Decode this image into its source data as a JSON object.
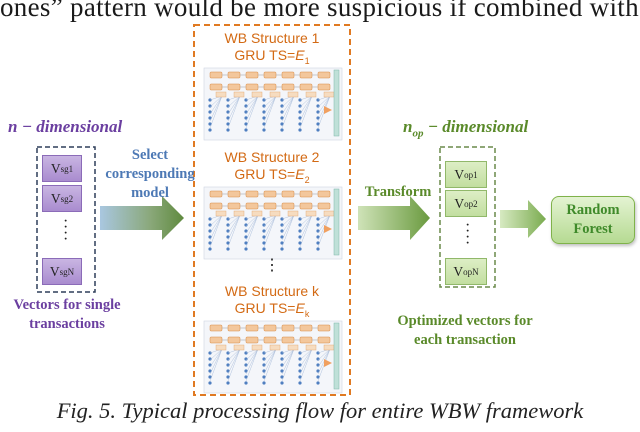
{
  "header_text": "ones” pattern would be more suspicious if combined with",
  "left": {
    "dimension_label": "n − dimensional",
    "vectors": [
      "sg1",
      "sg2",
      "sgN"
    ],
    "label_lines": [
      "Vectors for single",
      "transactions"
    ]
  },
  "select_arrow": {
    "lines": [
      "Select",
      "corresponding",
      "model"
    ]
  },
  "middle": {
    "structures": [
      {
        "title": "WB Structure 1",
        "gru": "GRU TS=",
        "sub": "1"
      },
      {
        "title": "WB Structure 2",
        "gru": "GRU TS=",
        "sub": "2"
      },
      {
        "title": "WB Structure k",
        "gru": "GRU TS=",
        "sub": "k"
      }
    ],
    "ts_symbol": "E"
  },
  "transform_arrow": {
    "label": "Transform"
  },
  "right": {
    "dimension_label": "n",
    "dimension_sub": "op",
    "dimension_rest": " − dimensional",
    "vectors": [
      "op1",
      "op2",
      "opN"
    ],
    "label_lines": [
      "Optimized vectors for",
      "each transaction"
    ]
  },
  "classifier": {
    "lines": [
      "Random",
      "Forest"
    ]
  },
  "caption": "Fig. 5. Typical processing flow for entire WBW framework",
  "colors": {
    "purple": "#6b3fa0",
    "green": "#5a8a2a",
    "orange": "#e07a22",
    "blue": "#4d79b5"
  }
}
